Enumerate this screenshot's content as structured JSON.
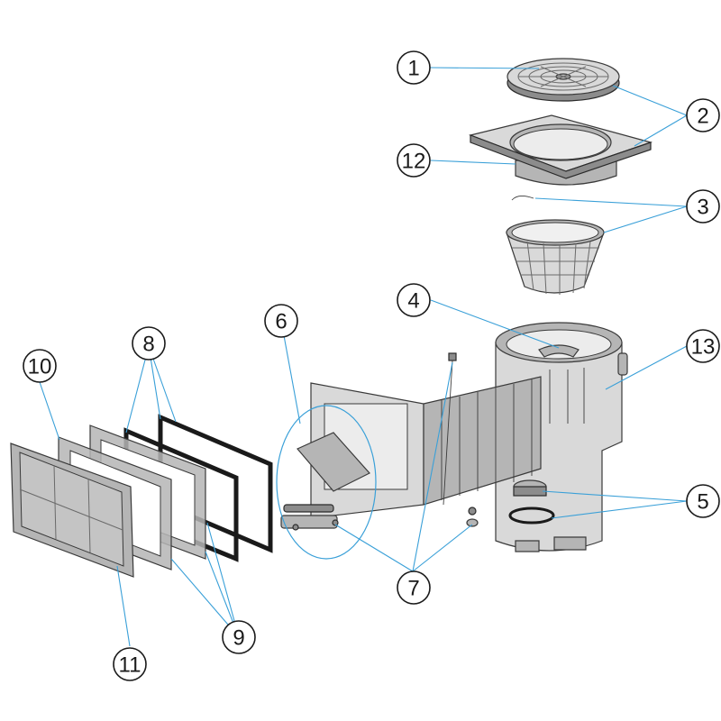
{
  "diagram": {
    "callouts": [
      {
        "id": "1",
        "label": "1"
      },
      {
        "id": "2",
        "label": "2"
      },
      {
        "id": "3",
        "label": "3"
      },
      {
        "id": "4",
        "label": "4"
      },
      {
        "id": "5",
        "label": "5"
      },
      {
        "id": "6",
        "label": "6"
      },
      {
        "id": "7",
        "label": "7"
      },
      {
        "id": "8",
        "label": "8"
      },
      {
        "id": "9",
        "label": "9"
      },
      {
        "id": "10",
        "label": "10"
      },
      {
        "id": "11",
        "label": "11"
      },
      {
        "id": "12",
        "label": "12"
      },
      {
        "id": "13",
        "label": "13"
      }
    ],
    "colors": {
      "leader": "#3aa0d8",
      "part": "#b5b5b5",
      "gasket": "#1a1a1a"
    }
  }
}
